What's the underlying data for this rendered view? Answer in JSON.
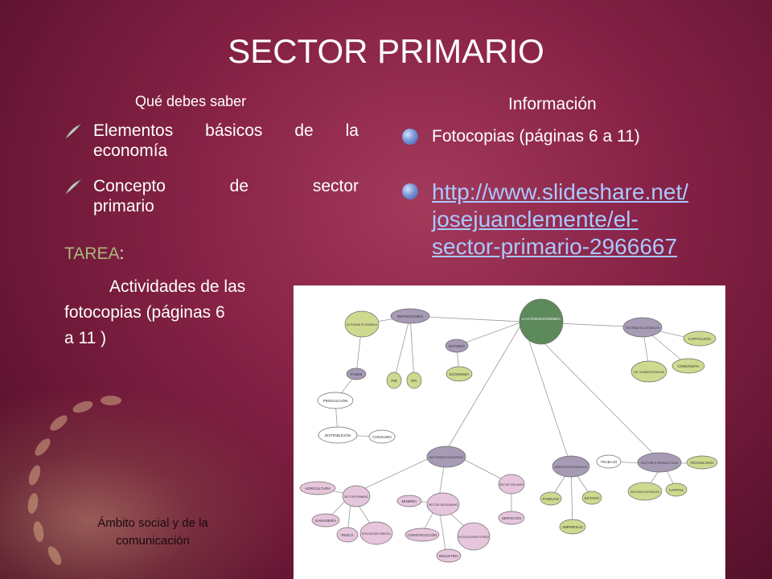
{
  "slide": {
    "title": "SECTOR PRIMARIO",
    "left": {
      "subtitle": "Qué debes saber",
      "items": [
        {
          "line1": "Elementos básicos de la",
          "line2": "economía"
        },
        {
          "line1": "Concepto de sector",
          "line2": "primario"
        }
      ],
      "tarea_label": "TAREA",
      "tarea_colon": ":",
      "tarea_lines": [
        "Actividades de las",
        "fotocopias (páginas  6",
        "a 11 )"
      ]
    },
    "right": {
      "subtitle": "Información",
      "items": [
        {
          "text": "Fotocopias (páginas 6 a  11)"
        },
        {
          "link": "http://www.slideshare.net/josejuanclemente/el-sector-primario-2966667",
          "lines": [
            "http://www.slideshare.net/",
            "josejuanclemente/el-",
            "sector-primario-2966667"
          ]
        }
      ]
    },
    "footer": {
      "line1": "Ámbito social y de la",
      "line2": "comunicación"
    },
    "concept_map": {
      "nodes": {
        "central": "LA ACTIVIDAD ECONÓMICA",
        "definiciones": "DEFINICIONES",
        "actividad": "ACTIVIDAD ECONÓMICA",
        "estudio": "ESTUDIO",
        "economia": "ECONOMÍA",
        "fases": "FASES",
        "pib": "PIB",
        "ipc": "IPC",
        "produccion": "PRODUCCIÓN",
        "distribucion": "DISTRIBUCIÓN",
        "consumo": "CONSUMO",
        "sistemas": "SISTEMAS ECONÓMICOS",
        "capitalista": "CAPITALISTA",
        "subsistencia": "DE SUBSISTENCIA",
        "comunista": "COMUNISTA",
        "sectores": "SECTORES ECONÓMICOS",
        "agentes": "AGENTES ECONÓMICOS",
        "factores": "FACTORES PRODUCTIVOS",
        "trabajo": "TRABAJO",
        "tecnologia": "TECNOLOGÍA",
        "recursos": "RECURSOS NATURALES",
        "capital": "CAPITAL",
        "familias": "FAMILIAS",
        "estado": "ESTADO",
        "empresas": "EMPRESAS",
        "agricultura": "AGRICULTURA",
        "sprimario": "SECTOR PRIMARIO",
        "ganaderia": "GANADERÍA",
        "pesca": "PESCA",
        "forestal": "EXPLOTACIÓN FORESTAL",
        "mineria": "MINERÍA",
        "ssecundario": "SECTOR SECUNDARIO",
        "construccion": "CONSTRUCCIÓN",
        "energia": "EXPLOTACIÓN DE FUENTES DE ENERGÍA",
        "industria": "INDUSTRIA",
        "sterciario": "SECTOR TERCIARIO",
        "servicios": "SERVICIOS"
      }
    }
  }
}
